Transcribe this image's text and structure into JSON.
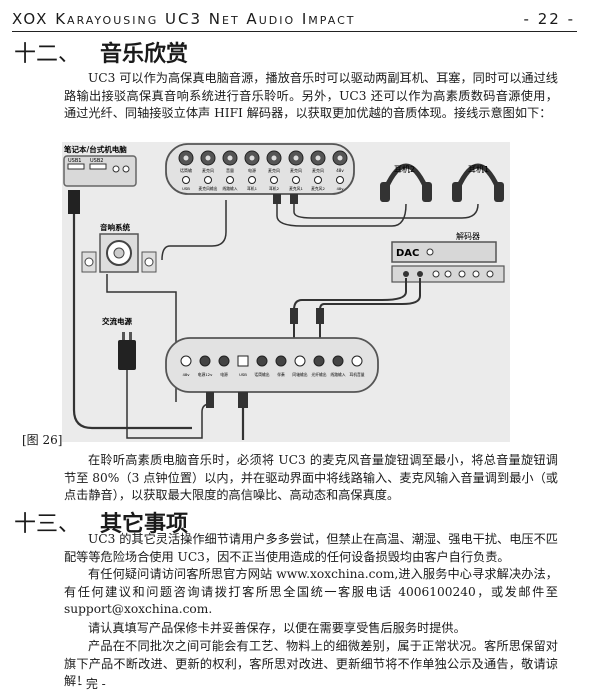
{
  "header": {
    "title": "XOX Karayousing UC3 Net Audio Impact",
    "page": "- 22 -"
  },
  "section12": {
    "num": "十二、",
    "title": "音乐欣赏",
    "para": "UC3 可以作为高保真电脑音源，播放音乐时可以驱动两副耳机、耳塞，同时可以通过线路输出接驳高保真音响系统进行音乐聆听。另外，UC3 还可以作为高素质数码音源使用，通过光纤、同轴接驳立体声 HIFI 解码器，以获取更加优越的音质体现。接线示意图如下："
  },
  "diagram": {
    "laptop_label": "笔记本/台式机电脑",
    "usb1": "USB1",
    "usb2": "USB2",
    "speaker_label": "音响系统",
    "headphone2": "耳机2",
    "headphone1": "耳机1",
    "decoder_label": "解码器",
    "dac": "DAC",
    "power_label": "交流电源",
    "top_knobs": [
      "话筒输",
      "麦克风",
      "音量",
      "电源",
      "麦克风",
      "麦克风",
      "麦克风",
      "48v"
    ],
    "top_jacks": [
      "USB",
      "麦克风输出",
      "线路输入",
      "耳机1",
      "耳机2",
      "麦克风1",
      "麦克风2",
      "48v"
    ],
    "bottom_labels": [
      "48v",
      "电源12v",
      "电源",
      "USB",
      "话筒输出",
      "伴奏",
      "同轴输出",
      "光纤输出",
      "线路输入",
      "耳机音量"
    ]
  },
  "figure_label": "[图 26]",
  "note": "在聆听高素质电脑音乐时，必须将 UC3 的麦克风音量旋钮调至最小，将总音量旋钮调节至 80%（3 点钟位置）以内，并在驱动界面中将线路输入、麦克风输入音量调到最小（或点击静音），以获取最大限度的高信噪比、高动态和高保真度。",
  "section13": {
    "num": "十三、",
    "title": "其它事项",
    "p1": "UC3 的其它灵活操作细节请用户多多尝试，但禁止在高温、潮湿、强电干扰、电压不匹配等等危险场合使用 UC3，因不正当使用造成的任何设备损毁均由客户自行负责。",
    "p2": "有任何疑问请访问客所思官方网站 www.xoxchina.com,进入服务中心寻求解决办法，有任何建议和问题咨询请拨打客所思全国统一客服电话 4006100240，或发邮件至 support@xoxchina.com.",
    "p3": "请认真填写产品保修卡并妥善保存，以便在需要享受售后服务时提供。",
    "p4": "产品在不同批次之间可能会有工艺、物料上的细微差别，属于正常状况。客所思保留对旗下产品不断改进、更新的权利，客所思对改进、更新细节将不作单独公示及通告，敬请谅解！"
  },
  "end_mark": "- 完 -"
}
